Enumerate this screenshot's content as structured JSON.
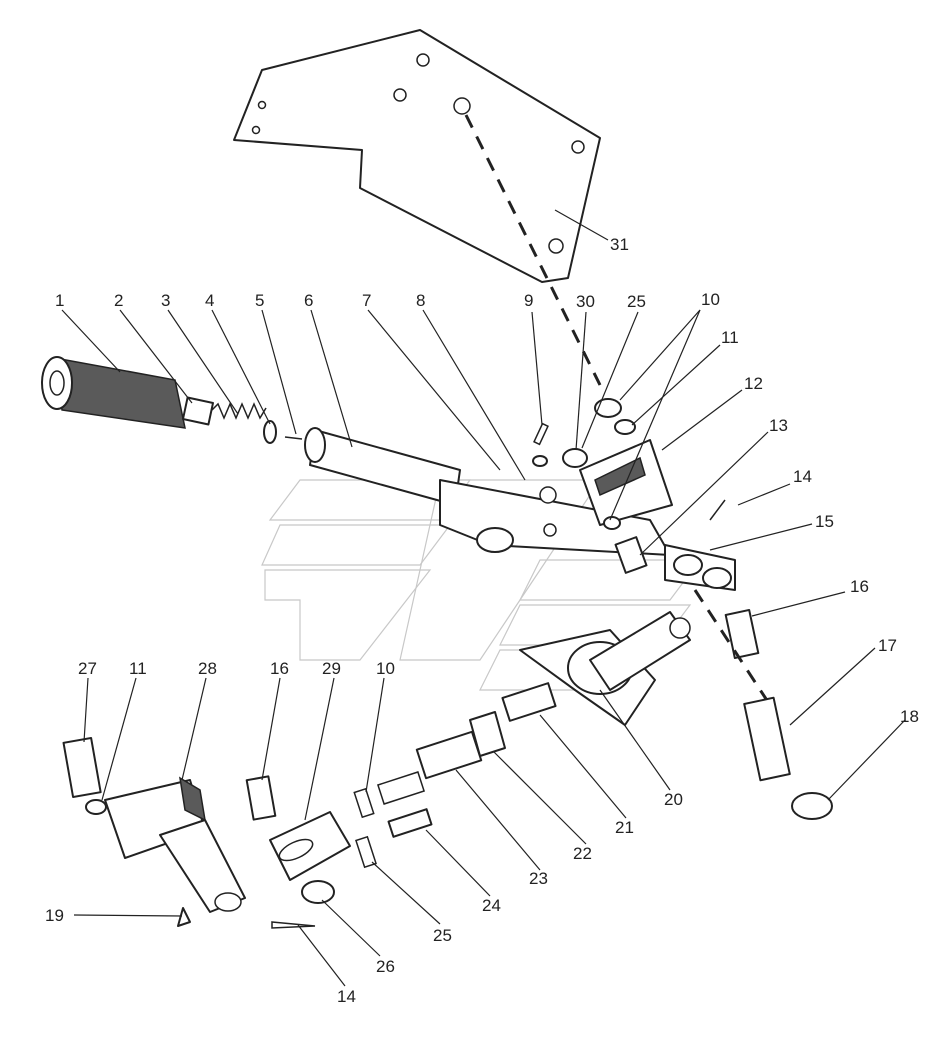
{
  "diagram": {
    "callouts": [
      "1",
      "2",
      "3",
      "4",
      "5",
      "6",
      "7",
      "8",
      "9",
      "30",
      "25",
      "10",
      "11",
      "12",
      "13",
      "14",
      "15",
      "16",
      "17",
      "18",
      "31",
      "27",
      "11",
      "28",
      "16",
      "29",
      "10",
      "19",
      "26",
      "14",
      "25",
      "24",
      "23",
      "22",
      "21",
      "20"
    ]
  }
}
